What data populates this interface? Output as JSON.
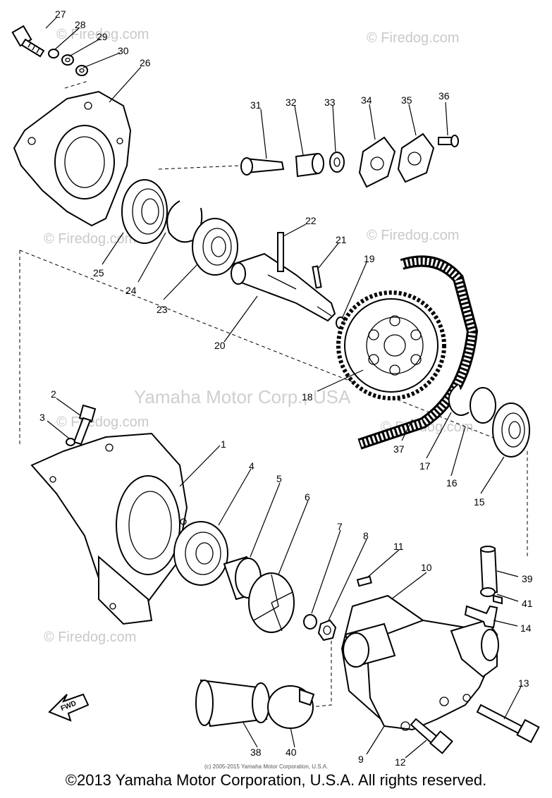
{
  "watermarks": {
    "firedog": "© Firedog.com",
    "center": "Yamaha Motor Corp., USA"
  },
  "inner_copyright": "(c) 2005-2015 Yamaha Motor Corporation, U.S.A.",
  "footer": "©2013 Yamaha Motor Corporation, U.S.A. All rights reserved.",
  "fwd_label": "FWD",
  "parts": [
    "1",
    "2",
    "3",
    "4",
    "5",
    "6",
    "7",
    "8",
    "9",
    "10",
    "11",
    "12",
    "13",
    "14",
    "15",
    "16",
    "17",
    "18",
    "19",
    "20",
    "21",
    "22",
    "23",
    "24",
    "25",
    "26",
    "27",
    "28",
    "29",
    "30",
    "31",
    "32",
    "33",
    "34",
    "35",
    "36",
    "37",
    "38",
    "39",
    "40",
    "41"
  ]
}
